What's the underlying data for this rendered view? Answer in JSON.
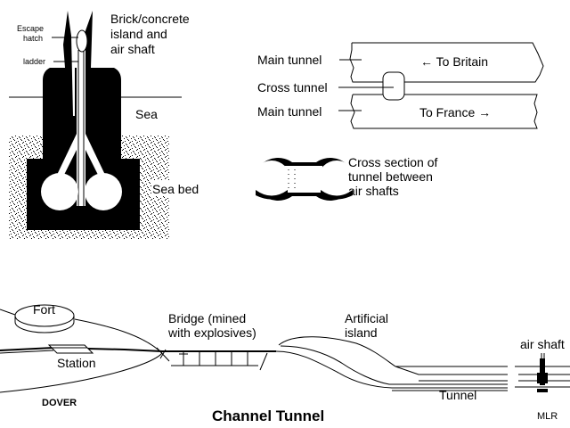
{
  "colors": {
    "ink": "#000000",
    "paper": "#ffffff"
  },
  "shaft_diagram": {
    "title_lines": [
      "Brick/concrete",
      "island and",
      "air shaft"
    ],
    "escape_hatch_lines": [
      "Escape",
      "hatch"
    ],
    "ladder": "ladder",
    "sea": "Sea",
    "sea_bed": "Sea bed"
  },
  "plan_diagram": {
    "main_tunnel_top": "Main tunnel",
    "cross_tunnel": "Cross tunnel",
    "main_tunnel_bottom": "Main tunnel",
    "to_britain": "← To Britain",
    "to_france": "To France →"
  },
  "cross_section": {
    "caption_lines": [
      "Cross section of",
      "tunnel between",
      "air shafts"
    ]
  },
  "profile_diagram": {
    "fort": "Fort",
    "station": "Station",
    "dover": "DOVER",
    "bridge_lines": [
      "Bridge (mined",
      "with explosives)"
    ],
    "artificial_island_lines": [
      "Artificial",
      "island"
    ],
    "tunnel": "Tunnel",
    "air_shaft": "air shaft",
    "mlr": "MLR",
    "title": "Channel Tunnel"
  }
}
